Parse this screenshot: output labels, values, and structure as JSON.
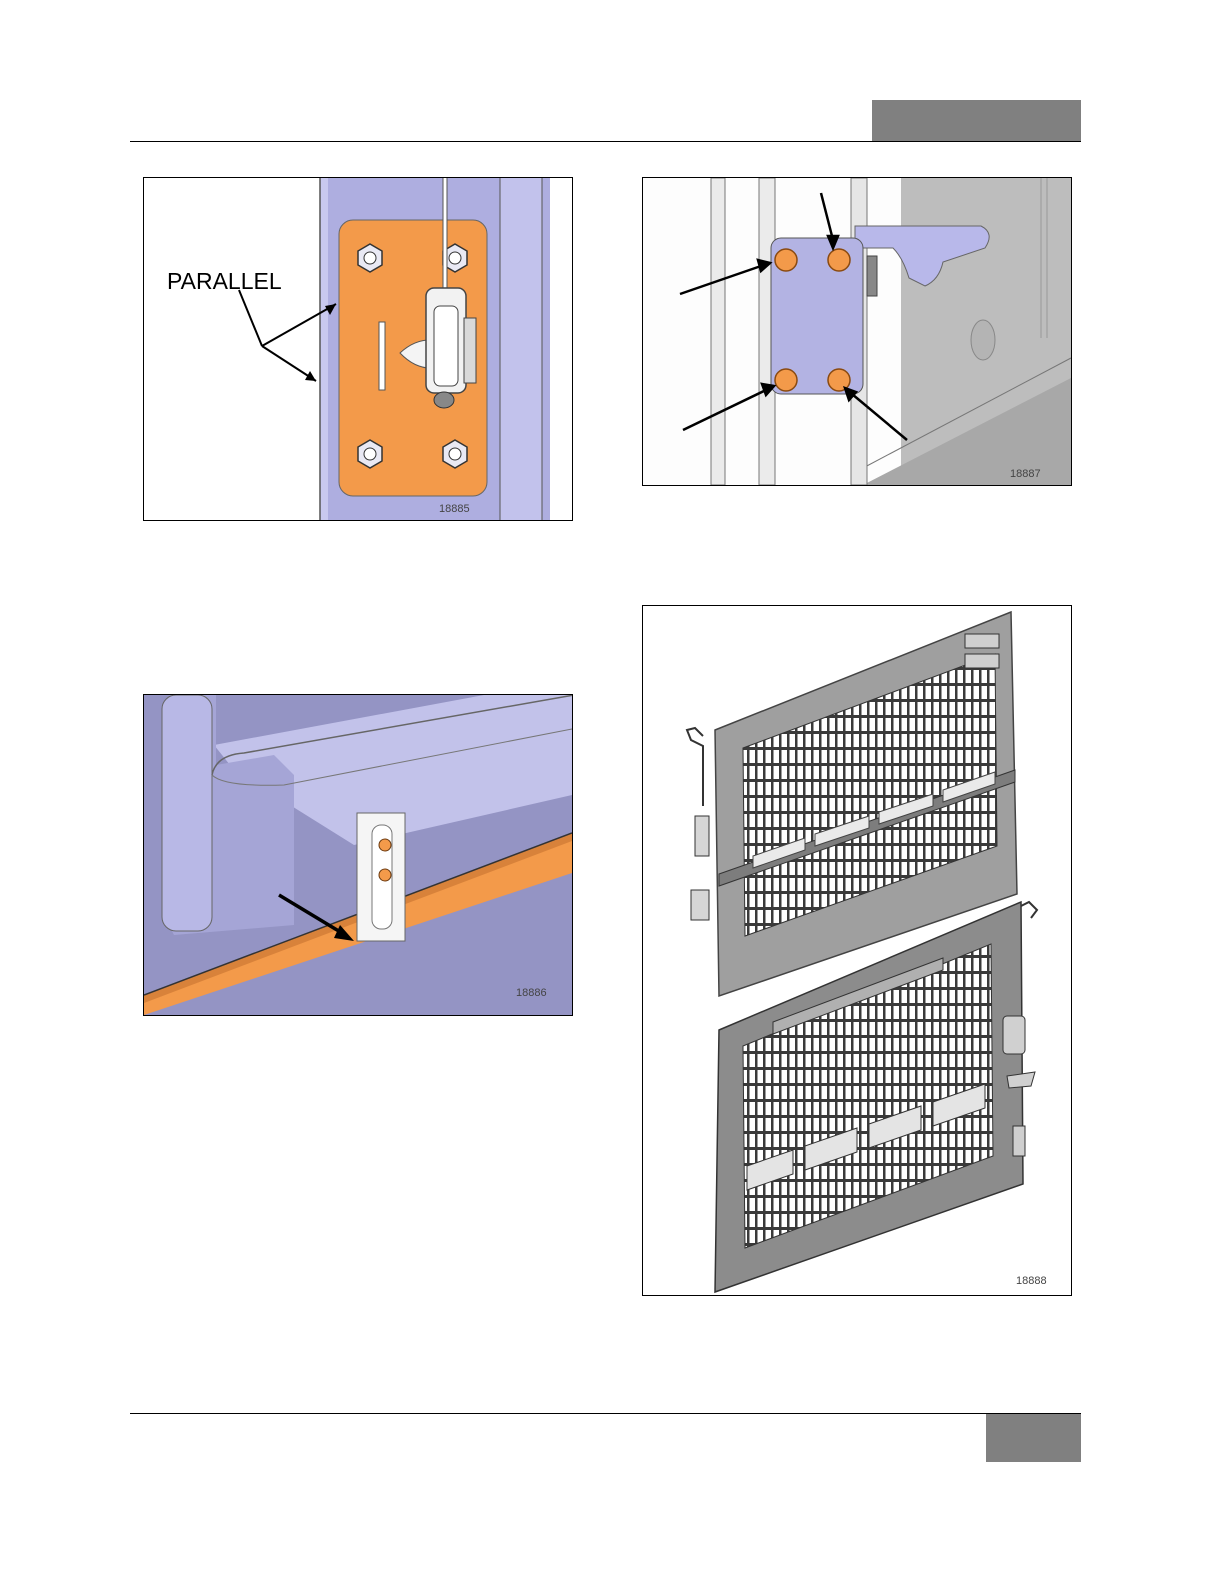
{
  "header": {
    "tab_color": "#808080"
  },
  "footer": {
    "tab_color": "#808080"
  },
  "figures": [
    {
      "id": "18885",
      "label": "PARALLEL"
    },
    {
      "id": "18887"
    },
    {
      "id": "18886"
    },
    {
      "id": "18888"
    }
  ],
  "colors": {
    "highlight": "#f39a4a",
    "metal": "#bdbde6",
    "frame": "#a6a6d9"
  }
}
